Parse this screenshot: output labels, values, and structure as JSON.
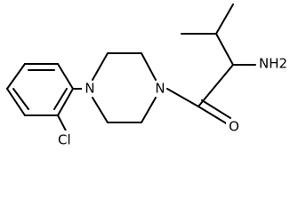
{
  "molecule": {
    "atoms": {
      "amine": "NH2",
      "carbonyl_oxygen": "O",
      "piperazine_n_left": "N",
      "piperazine_n_right": "N",
      "chloro": "Cl"
    },
    "colors": {
      "bond": "#000000",
      "label": "#000000",
      "background": "#ffffff"
    }
  }
}
